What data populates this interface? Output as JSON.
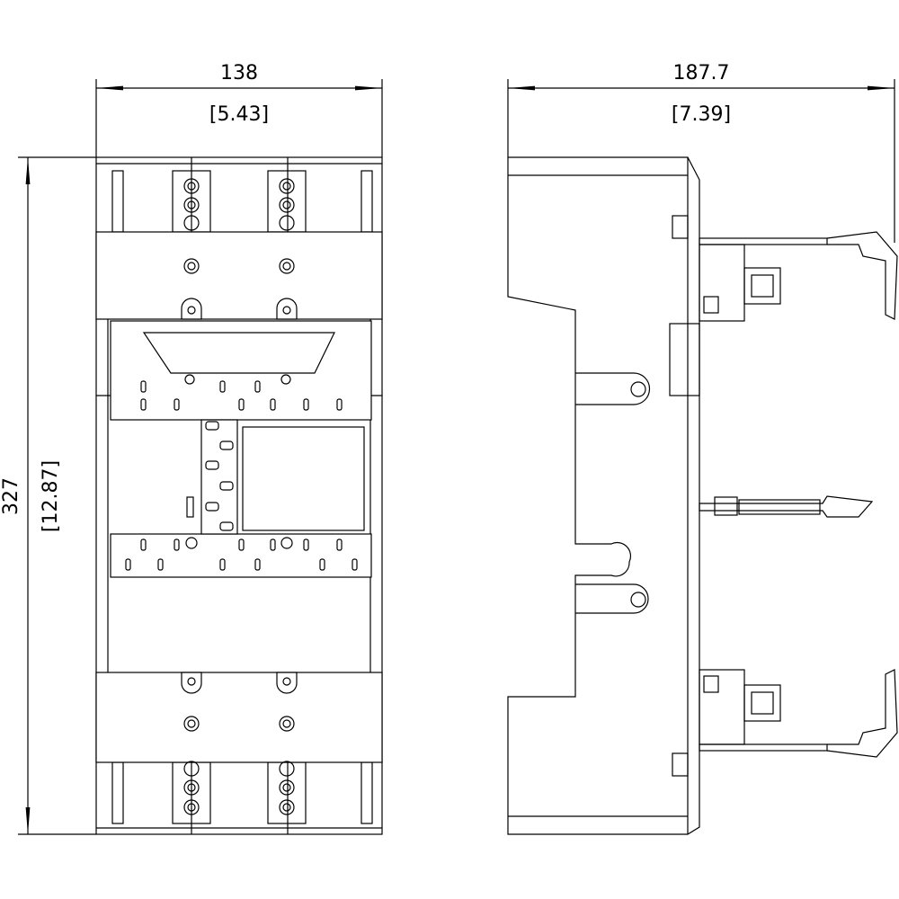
{
  "dimensions": {
    "front_width_mm": "138",
    "front_width_in": "[5.43]",
    "side_depth_mm": "187.7",
    "side_depth_in": "[7.39]",
    "height_mm": "327",
    "height_in": "[12.87]"
  },
  "colors": {
    "line": "#000000",
    "background": "#ffffff"
  }
}
